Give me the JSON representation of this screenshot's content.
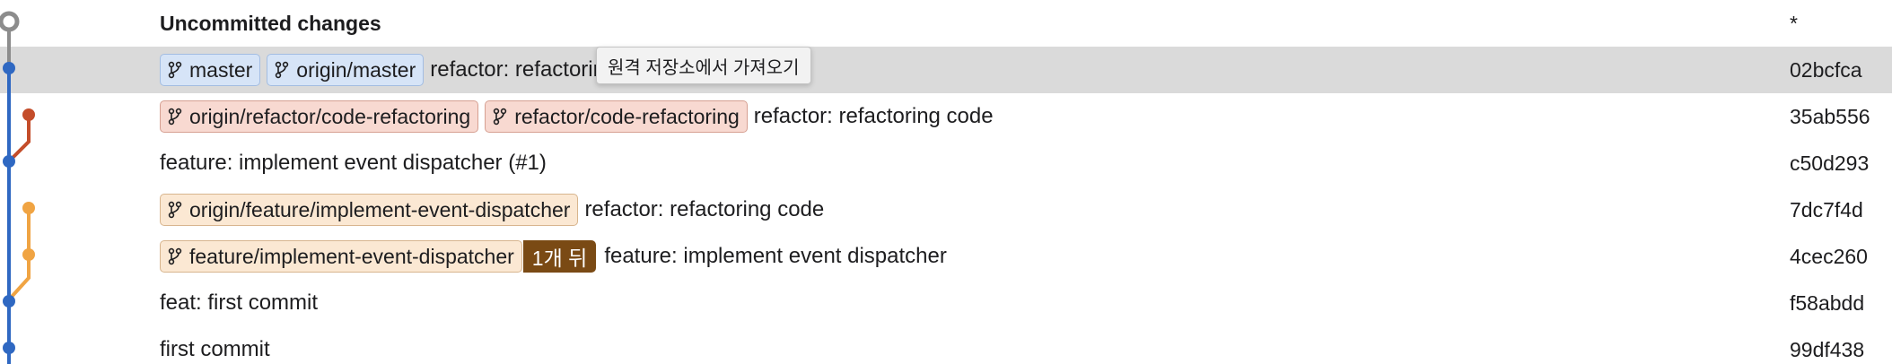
{
  "colors": {
    "graph_main": "#2f68c2",
    "graph_refactor": "#c44d2a",
    "graph_feature": "#f0a443",
    "uncommitted_node": "#8c8c8c",
    "selected_row": "#dadada",
    "behind_badge": "#7a4a14"
  },
  "rows": [
    {
      "message": "Uncommitted changes",
      "hash": "*"
    },
    {
      "tags": [
        {
          "label": "master"
        },
        {
          "label": "origin/master"
        }
      ],
      "message": "refactor: refactoring code",
      "hash": "02bcfca"
    },
    {
      "tags": [
        {
          "label": "origin/refactor/code-refactoring"
        },
        {
          "label": "refactor/code-refactoring"
        }
      ],
      "message": "refactor: refactoring code",
      "hash": "35ab556"
    },
    {
      "message": "feature: implement event dispatcher (#1)",
      "hash": "c50d293"
    },
    {
      "tags": [
        {
          "label": "origin/feature/implement-event-dispatcher"
        }
      ],
      "message": "refactor: refactoring code",
      "hash": "7dc7f4d"
    },
    {
      "tags": [
        {
          "label": "feature/implement-event-dispatcher"
        }
      ],
      "behind": "1개 뒤",
      "message": "feature: implement event dispatcher",
      "hash": "4cec260"
    },
    {
      "message": "feat: first commit",
      "hash": "f58abdd"
    },
    {
      "message": "first commit",
      "hash": "99df438"
    }
  ],
  "tooltip": "원격 저장소에서 가져오기",
  "icons": {
    "branch": "branch-icon"
  }
}
